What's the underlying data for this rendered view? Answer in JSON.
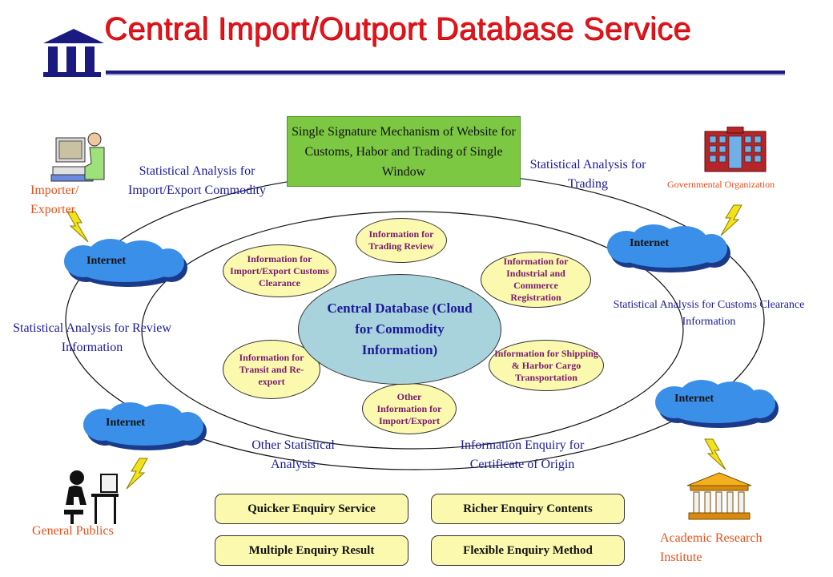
{
  "title": "Central Import/Outport Database Service",
  "signature_box": "Single Signature Mechanism of Website for Customs, Habor and Trading of Single Window",
  "central_db": "Central Database (Cloud for Commodity Information)",
  "info_nodes": {
    "customs": "Information for Import/Export Customs Clearance",
    "trading": "Information for Trading Review",
    "industrial": "Information for Industrial and Commerce Registration",
    "transit": "Information for Transit and Re-export",
    "shipping": "Information for Shipping & Harbor Cargo Transportation",
    "other": "Other Information for Import/Export"
  },
  "stat_labels": {
    "import_export": "Statistical Analysis for Import/Export Commodity",
    "trading": "Statistical Analysis for Trading",
    "review": "Statistical Analysis for Review Information",
    "customs": "Statistical Analysis for Customs Clearance Information",
    "other": "Other Statistical Analysis",
    "origin": "Information Enquiry for Certificate of Origin"
  },
  "actors": {
    "importer": "Importer/ Exporter",
    "government": "Governmental Organization",
    "public": "General Publics",
    "academic": "Academic Research Institute"
  },
  "internet_label": "Internet",
  "features": {
    "quicker": "Quicker Enquiry Service",
    "richer": "Richer Enquiry Contents",
    "multiple": "Multiple Enquiry Result",
    "flexible": "Flexible Enquiry Method"
  },
  "colors": {
    "title": "#e4141b",
    "label_blue": "#1a1a9a",
    "actor_orange": "#e8501a",
    "signature_box": "#7dc842",
    "info_oval": "#fbf9ae",
    "central_oval": "#a9d3dc",
    "cloud": "#3a8fe8"
  },
  "icons": [
    "institution-logo-icon",
    "computer-user-icon",
    "government-building-icon",
    "person-at-desk-icon",
    "museum-building-icon",
    "lightning-bolt-icon",
    "cloud-icon"
  ]
}
